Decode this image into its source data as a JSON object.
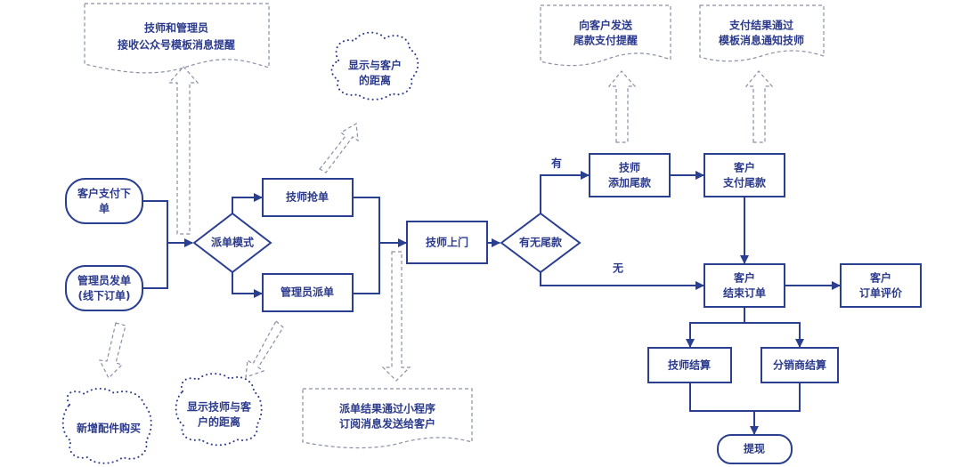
{
  "colors": {
    "primary": "#2b3f91",
    "text": "#2b3a8c",
    "dashed": "#8a8fa6"
  },
  "nodes": {
    "customer_pay": [
      "客户支付下",
      "单"
    ],
    "admin_order": [
      "管理员发单",
      "(线下订单)"
    ],
    "dispatch_mode": "派单模式",
    "tech_grab": "技师抢单",
    "admin_dispatch": "管理员派单",
    "tech_visit": "技师上门",
    "has_balance": "有无尾款",
    "tech_add_balance": [
      "技师",
      "添加尾款"
    ],
    "customer_pay_balance": [
      "客户",
      "支付尾款"
    ],
    "customer_finish": [
      "客户",
      "结束订单"
    ],
    "customer_review": [
      "客户",
      "订单评价"
    ],
    "tech_settle": "技师结算",
    "dist_settle": "分销商结算",
    "withdraw": "提现"
  },
  "edge_labels": {
    "yes": "有",
    "no": "无"
  },
  "notes": {
    "template_msg": [
      "技师和管理员",
      "接收公众号模板消息提醒"
    ],
    "show_distance_customer": [
      "显示与客户",
      "的距离"
    ],
    "add_parts": "新增配件购买",
    "show_distance_tech": [
      "显示技师与客",
      "户的距离"
    ],
    "miniprogram_msg": [
      "派单结果通过小程序",
      "订阅消息发送给客户"
    ],
    "balance_reminder": [
      "向客户发送",
      "尾款支付提醒"
    ],
    "payment_notify": [
      "支付结果通过",
      "模板消息通知技师"
    ]
  }
}
